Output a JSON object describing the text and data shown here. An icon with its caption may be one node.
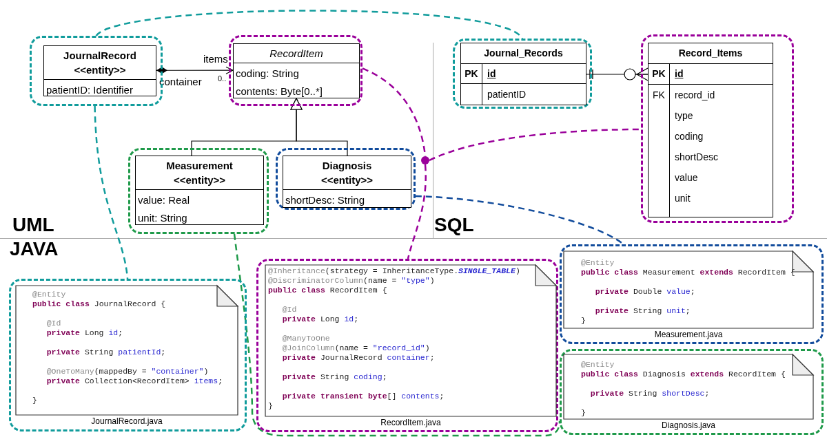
{
  "diagram": {
    "nodes": [
      {
        "text": [],
        "shape": "box"
      },
      {
        "text": [
          "JournalRecord",
          "<<entity>>",
          "patientID: Identifier"
        ],
        "in": 0
      },
      {
        "text": [],
        "shape": "box"
      },
      {
        "text": [
          "RecordItem",
          "coding: String",
          "contents: Byte[0..*]"
        ],
        "in": 2
      },
      {
        "text": [],
        "shape": "box"
      },
      {
        "text": [
          "Measurement",
          "<<entity>>",
          "value: Real",
          "unit: String"
        ],
        "in": 4
      },
      {
        "text": [],
        "shape": "box"
      },
      {
        "text": [
          "Diagnosis",
          "<<entity>>",
          "shortDesc: String"
        ],
        "in": 6
      },
      {
        "text": [],
        "shape": "box"
      },
      {
        "text": [
          "Journal_Records",
          "PK",
          "id",
          "patientID"
        ],
        "in": 8
      },
      {
        "text": [],
        "shape": "box"
      },
      {
        "text": [
          "Record_Items",
          "PK",
          "id",
          "FK",
          "record_id",
          "type",
          "coding",
          "shortDesc",
          "value",
          "unit"
        ],
        "in": 10
      },
      {
        "text": [],
        "shape": "box"
      },
      {
        "text": [
          "@Entity",
          "**public** **class** JournalRecord {",
          "@Id",
          "**private** Long id;",
          "**private** String patientId;",
          "@OneToMany(mappedBy = \"container\")",
          "**private** Collection<RecordItem> items;",
          "}"
        ],
        "in": 12,
        "beside": [
          "JournalRecord.java"
        ]
      },
      {
        "text": [],
        "shape": "box"
      },
      {
        "text": [
          "@Inheritance(strategy = InheritanceType.*SINGLE_TABLE*)",
          "@DiscriminatorColumn(name = \"type\")",
          "**public** **class** RecordItem {",
          "@Id",
          "**private** Long id;",
          "@ManyToOne",
          "@JoinColumn(name = \"record_id\")",
          "**private** JournalRecord container;",
          "**private** String coding;",
          "**private** **transient** **byte**[] contents;",
          "}"
        ],
        "in": 14,
        "beside": [
          "RecordItem.java"
        ]
      },
      {
        "text": [],
        "shape": "box"
      },
      {
        "text": [
          "@Entity",
          "**public** **class** Measurement **extends** RecordItem {",
          "**private** Double value;",
          "**private** String unit;",
          "}"
        ],
        "in": 16,
        "beside": [
          "Measurement.java"
        ]
      },
      {
        "text": [],
        "shape": "box"
      },
      {
        "text": [
          "@Entity",
          "**public** **class** Diagnosis **extends** RecordItem {",
          "**private** String shortDesc;",
          "}"
        ],
        "in": 18,
        "beside": [
          "Diagnosis.java"
        ]
      },
      {
        "text": [],
        "shape": "circle"
      }
    ],
    "edges": [
      {
        "from": 1,
        "to": 3,
        "arrow": "to",
        "label": "items"
      },
      {
        "from": 5,
        "to": 3,
        "arrow": "to"
      },
      {
        "from": 7,
        "to": 3,
        "arrow": "to"
      },
      {
        "from": 9,
        "to": 11,
        "arrow": "other"
      },
      {
        "from": 0,
        "to": 8,
        "arrow": "none",
        "style": "dashed",
        "color": "#119c9c"
      },
      {
        "from": 0,
        "to": 12,
        "arrow": "none",
        "style": "dashed",
        "color": "#119c9c"
      },
      {
        "from": 2,
        "to": 20,
        "arrow": "none",
        "style": "dashed",
        "color": "#9a009a"
      },
      {
        "from": 20,
        "to": 14,
        "arrow": "none",
        "style": "dashed",
        "color": "#9a009a"
      },
      {
        "from": 20,
        "to": 10,
        "arrow": "none",
        "style": "dashed",
        "color": "#9a009a"
      },
      {
        "from": 6,
        "to": 16,
        "arrow": "none",
        "style": "dashed",
        "color": "#124c9c"
      },
      {
        "from": 4,
        "to": 18,
        "arrow": "none",
        "style": "dashed",
        "color": "#1f9a4a"
      }
    ],
    "labels": [
      "container",
      "0..",
      "UML",
      "JAVA",
      "SQL"
    ]
  }
}
